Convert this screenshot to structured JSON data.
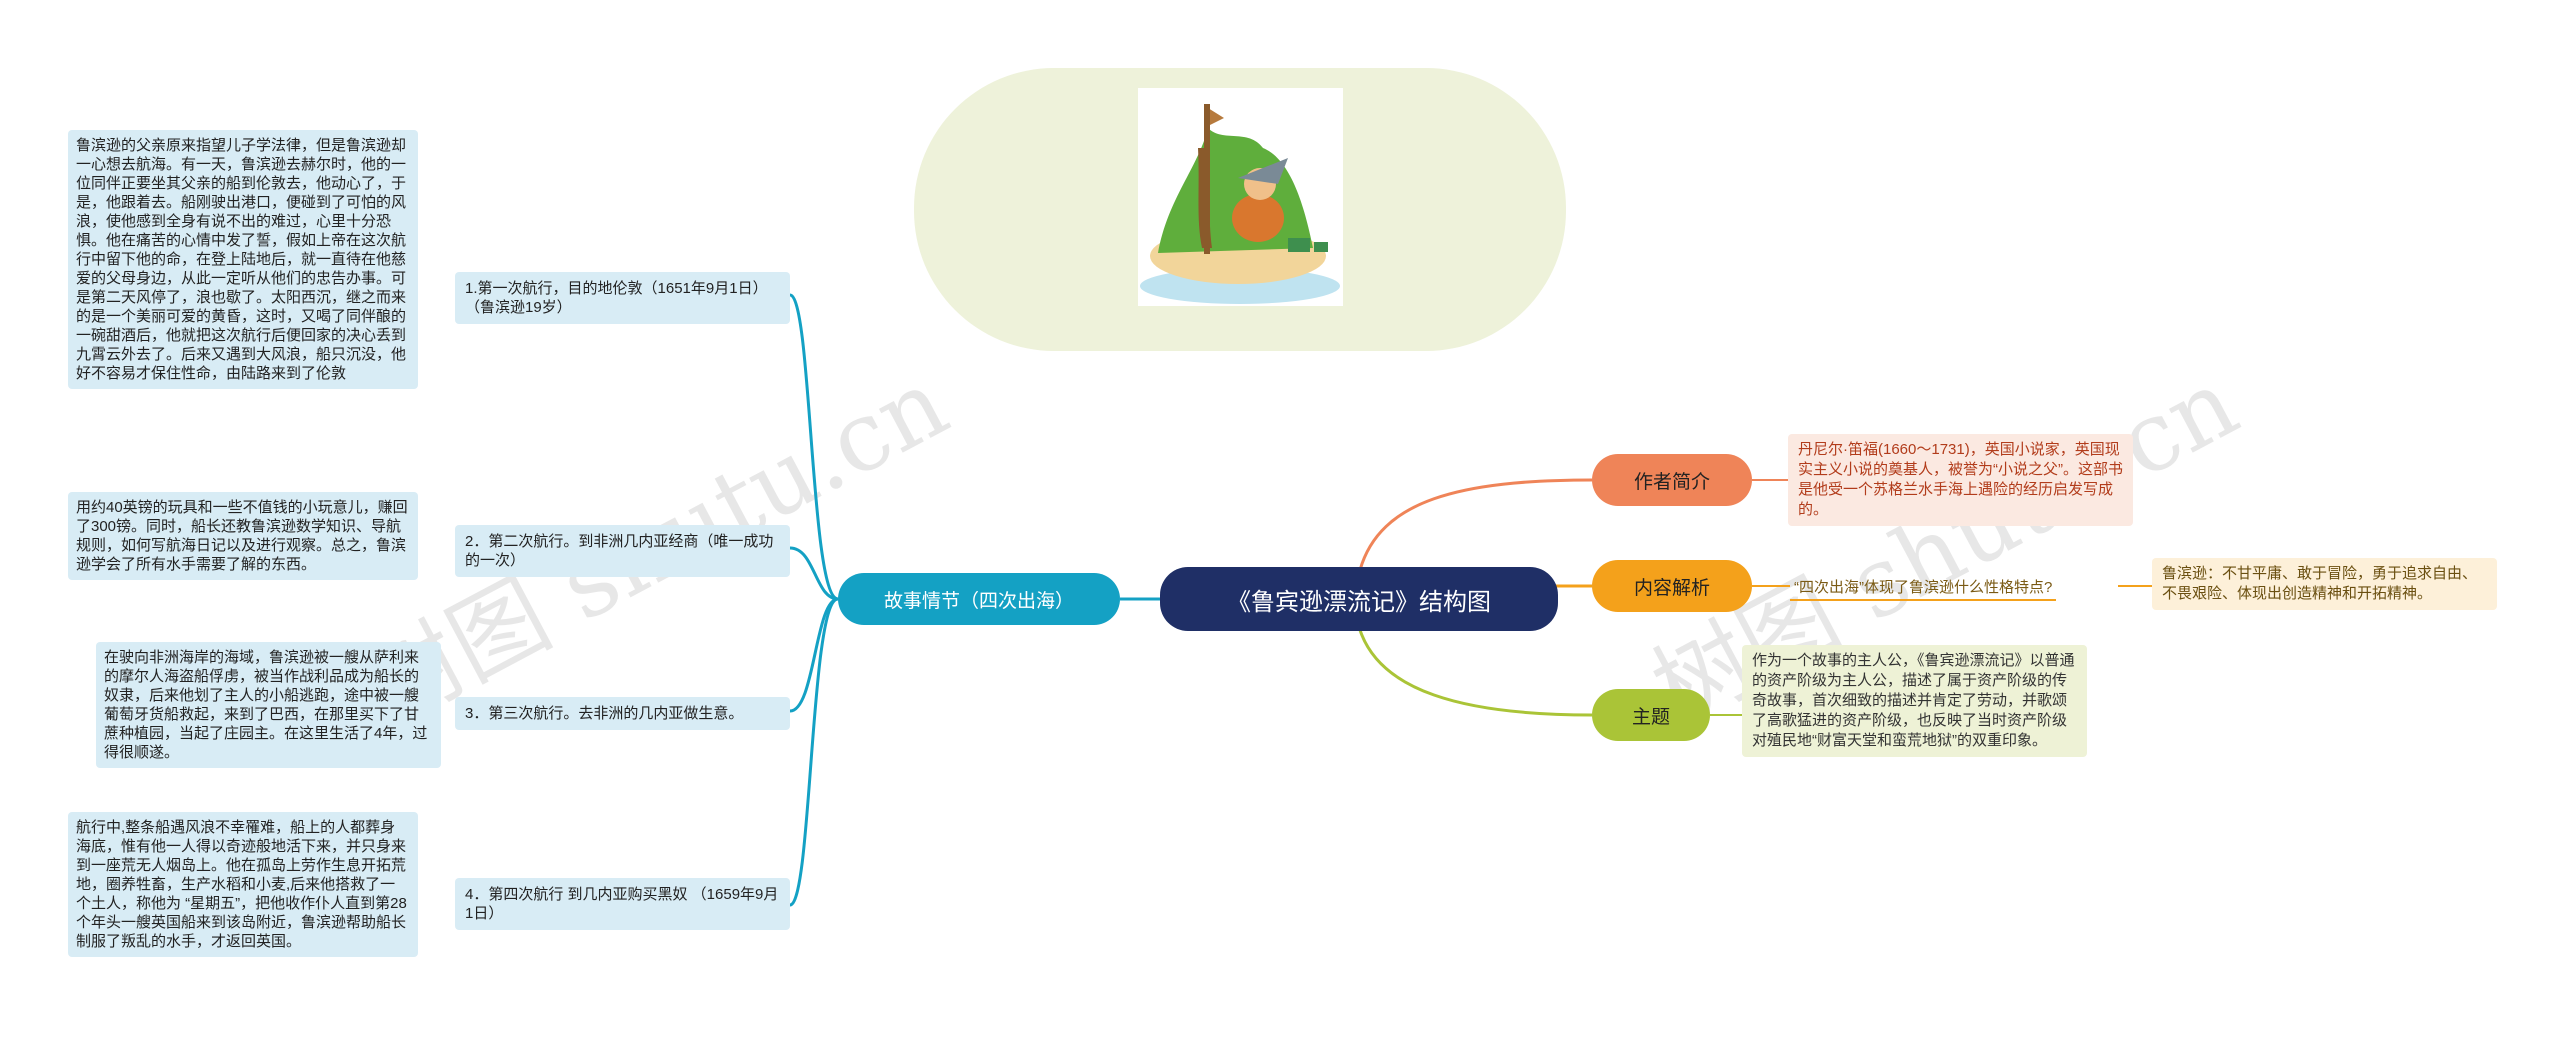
{
  "watermark": "树图 shutu.cn",
  "colors": {
    "center": "#1f2f66",
    "story": "#14a1c4",
    "author": "#ef8458",
    "analysis": "#f4a11b",
    "theme": "#aac437"
  },
  "center": {
    "title": "《鲁宾逊漂流记》结构图"
  },
  "image": {
    "icon": "robinson-crusoe-island-illustration"
  },
  "left": {
    "label": "故事情节（四次出海）",
    "branches": [
      {
        "title": "1.第一次航行，目的地伦敦（1651年9月1日）（鲁滨逊19岁）",
        "detail": "鲁滨逊的父亲原来指望儿子学法律，但是鲁滨逊却一心想去航海。有一天，鲁滨逊去赫尔时，他的一位同伴正要坐其父亲的船到伦敦去，他动心了，于是，他跟着去。船刚驶出港口，便碰到了可怕的风浪，使他感到全身有说不出的难过，心里十分恐惧。他在痛苦的心情中发了誓，假如上帝在这次航行中留下他的命，在登上陆地后，就一直待在他慈爱的父母身边，从此一定听从他们的忠告办事。可是第二天风停了，浪也歇了。太阳西沉，继之而来的是一个美丽可爱的黄昏，这时，又喝了同伴酿的一碗甜酒后，他就把这次航行后便回家的决心丢到九霄云外去了。后来又遇到大风浪，船只沉没，他好不容易才保住性命，由陆路来到了伦敦"
      },
      {
        "title": "2．第二次航行。到非洲几内亚经商（唯一成功的一次）",
        "detail": "用约40英镑的玩具和一些不值钱的小玩意儿，赚回了300镑。同时，船长还教鲁滨逊数学知识、导航规则，如何写航海日记以及进行观察。总之，鲁滨逊学会了所有水手需要了解的东西。"
      },
      {
        "title": "3．第三次航行。去非洲的几内亚做生意。",
        "detail": "在驶向非洲海岸的海域，鲁滨逊被一艘从萨利来的摩尔人海盗船俘虏，被当作战利品成为船长的奴隶，后来他划了主人的小船逃跑，途中被一艘葡萄牙货船救起，来到了巴西，在那里买下了甘蔗种植园，当起了庄园主。在这里生活了4年，过得很顺遂。"
      },
      {
        "title": "4．第四次航行 到几内亚购买黑奴 （1659年9月1日）",
        "detail": "航行中,整条船遇风浪不幸罹难，船上的人都葬身海底，惟有他一人得以奇迹般地活下来，并只身来到一座荒无人烟岛上。他在孤岛上劳作生息开拓荒地，圈养牲畜，生产水稻和小麦,后来他搭救了一个土人，称他为 “星期五”，把他收作仆人直到第28个年头一艘英国船来到该岛附近，鲁滨逊帮助船长制服了叛乱的水手，才返回英国。"
      }
    ]
  },
  "right": {
    "author": {
      "label": "作者简介",
      "text": "丹尼尔·笛福(1660～1731)，英国小说家，英国现实主义小说的奠基人，被誉为“小说之父”。这部书是他受一个苏格兰水手海上遇险的经历启发写成的。"
    },
    "analysis": {
      "label": "内容解析",
      "question": "“四次出海”体现了鲁滨逊什么性格特点?",
      "answer": "鲁滨逊：不甘平庸、敢于冒险，勇于追求自由、不畏艰险、体现出创造精神和开拓精神。"
    },
    "theme": {
      "label": "主题",
      "text": "作为一个故事的主人公，《鲁宾逊漂流记》以普通的资产阶级为主人公，描述了属于资产阶级的传奇故事，首次细致的描述并肯定了劳动，并歌颂了高歌猛进的资产阶级，也反映了当时资产阶级对殖民地“财富天堂和蛮荒地狱”的双重印象。"
    }
  }
}
